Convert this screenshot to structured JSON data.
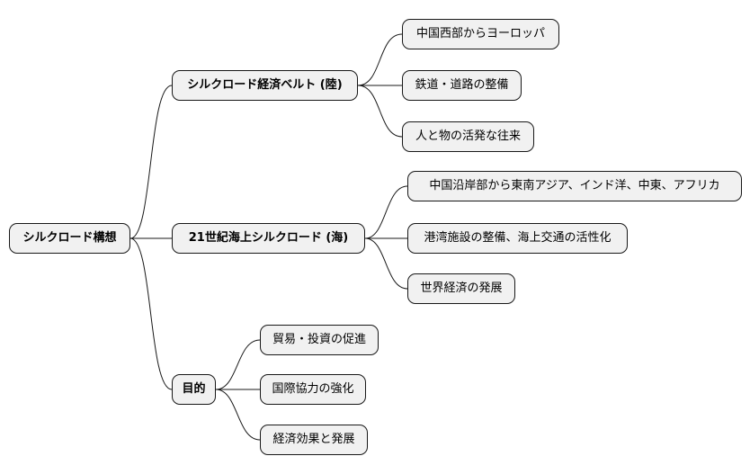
{
  "mindmap": {
    "root": {
      "label": "シルクロード構想",
      "children": [
        {
          "label": "シルクロード経済ベルト (陸)",
          "children": [
            {
              "label": "中国西部からヨーロッパ"
            },
            {
              "label": "鉄道・道路の整備"
            },
            {
              "label": "人と物の活発な往来"
            }
          ]
        },
        {
          "label": "21世紀海上シルクロード (海)",
          "children": [
            {
              "label": "中国沿岸部から東南アジア、インド洋、中東、アフリカ"
            },
            {
              "label": "港湾施設の整備、海上交通の活性化"
            },
            {
              "label": "世界経済の発展"
            }
          ]
        },
        {
          "label": "目的",
          "children": [
            {
              "label": "貿易・投資の促進"
            },
            {
              "label": "国際協力の強化"
            },
            {
              "label": "経済効果と発展"
            }
          ]
        }
      ]
    }
  }
}
